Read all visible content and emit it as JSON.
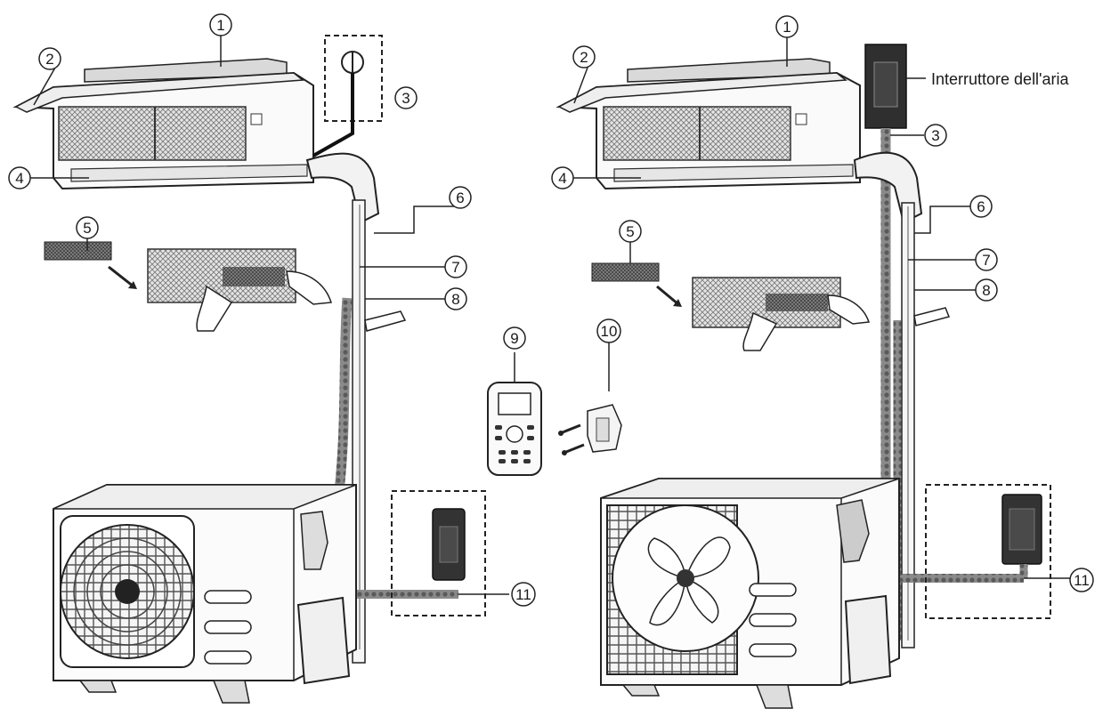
{
  "diagram": {
    "left": {
      "callouts": [
        "1",
        "2",
        "3",
        "4",
        "5",
        "6",
        "7",
        "8",
        "9",
        "11"
      ]
    },
    "right": {
      "callouts": [
        "1",
        "2",
        "3",
        "4",
        "5",
        "6",
        "7",
        "8",
        "10",
        "11"
      ],
      "air_switch_label": "Interruttore dell'aria"
    }
  }
}
